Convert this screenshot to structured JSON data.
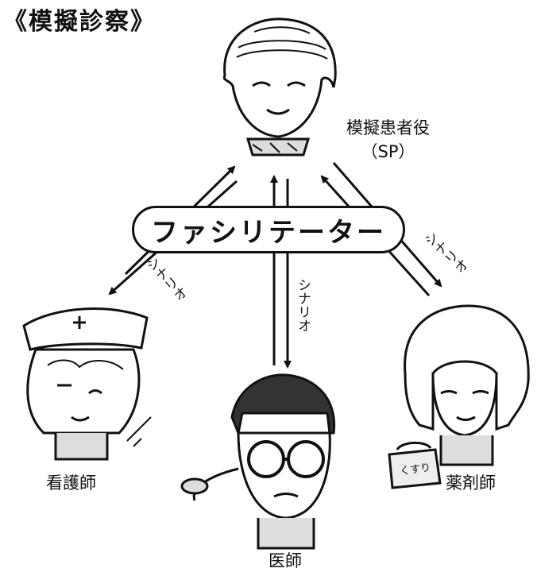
{
  "title": "《模擬診察》",
  "facilitator": "ファシリテーター",
  "roles": {
    "sp_line1": "模擬患者役",
    "sp_line2": "（SP）",
    "nurse": "看護師",
    "doctor": "医師",
    "pharmacist": "薬剤師"
  },
  "arrow_labels": {
    "to_nurse": "シナリオ",
    "to_doctor": "シナリオ",
    "to_pharmacist": "シナリオ"
  },
  "medicine_bag": "くすり"
}
